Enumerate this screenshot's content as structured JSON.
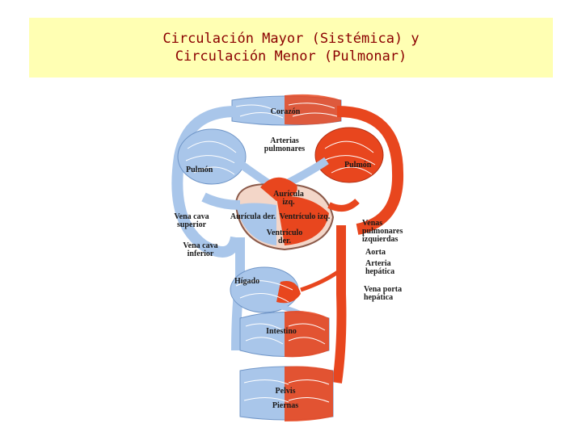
{
  "title": {
    "line1": "Circulación Mayor (Sistémica) y",
    "line2": "Circulación Menor (Pulmonar)"
  },
  "colors": {
    "title_bg": "#ffffb3",
    "title_text": "#8b0000",
    "venous_blood": "#a9c6ea",
    "arterial_blood": "#e8461e"
  },
  "labels": {
    "corazon": "Corazón",
    "arterias_pulmonares": "Arterias pulmonares",
    "pulmon_izq": "Pulmón",
    "pulmon_der": "Pulmón",
    "auricula_izq": "Aurícula izq.",
    "ventriculo_izq": "Ventrículo izq.",
    "auricula_der": "Aurícula der.",
    "ventriculo_der": "Ventrículo der.",
    "vena_cava_superior": "Vena cava superior",
    "vena_cava_inferior": "Vena cava inferior",
    "venas_pulmonares_izquierdas": "Venas pulmonares izquierdas",
    "aorta": "Aorta",
    "arteria_hepatica": "Arteria hepática",
    "higado": "Hígado",
    "vena_porta_hepatica": "Vena porta hepática",
    "intestino": "Intestino",
    "pelvis": "Pelvis",
    "piernas": "Piernas"
  }
}
